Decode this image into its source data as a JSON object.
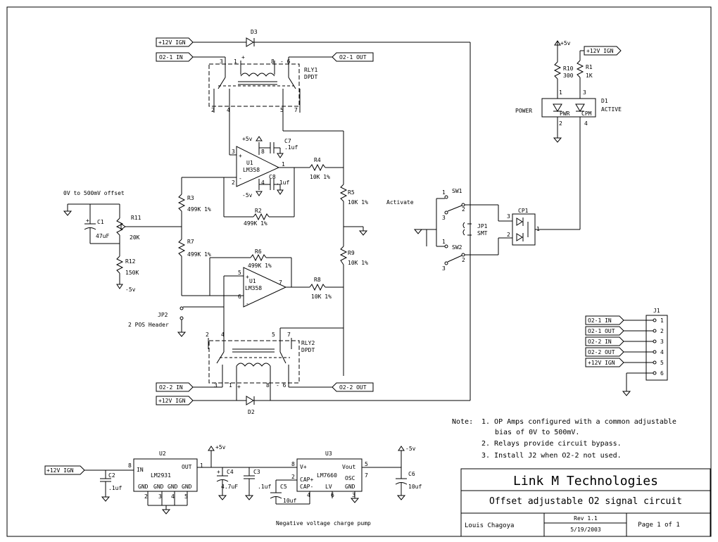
{
  "ports": {
    "ign_top": "+12V IGN",
    "o2_1_in": "O2-1 IN",
    "o2_1_out": "O2-1 OUT",
    "o2_2_in": "O2-2 IN",
    "o2_2_out": "O2-2 OUT",
    "ign_bottom": "+12V IGN",
    "ign_d1": "+12V IGN",
    "ign_u2": "+12V IGN"
  },
  "j1": {
    "ref": "J1",
    "pins": [
      {
        "label": "O2-1 IN",
        "num": "1"
      },
      {
        "label": "O2-1 OUT",
        "num": "2"
      },
      {
        "label": "O2-2 IN",
        "num": "3"
      },
      {
        "label": "O2-2 OUT",
        "num": "4"
      },
      {
        "label": "+12V IGN",
        "num": "5"
      },
      {
        "label": "",
        "num": "6"
      }
    ]
  },
  "parts": {
    "d3": "D3",
    "d2": "D2",
    "rly1": "RLY1",
    "rly1_type": "DPDT",
    "rly2": "RLY2",
    "rly2_type": "DPDT",
    "u1a_ref": "U1",
    "u1a_type": "LM358",
    "u1b_ref": "U1",
    "u1b_type": "LM358",
    "c7": "C7",
    "c7_val": ".1uf",
    "c8": "C8",
    "c8_val": ".1uf",
    "r4": "R4",
    "r4_val": "10K 1%",
    "r5": "R5",
    "r5_val": "10K 1%",
    "r9": "R9",
    "r9_val": "10K 1%",
    "r8": "R8",
    "r8_val": "10K 1%",
    "r3": "R3",
    "r3_val": "499K 1%",
    "r2": "R2",
    "r2_val": "499K 1%",
    "r7": "R7",
    "r7_val": "499K 1%",
    "r6": "R6",
    "r6_val": "499K 1%",
    "r11": "R11",
    "r11_val": "20K",
    "r12": "R12",
    "r12_val": "150K",
    "c1": "C1",
    "c1_val": "47uF",
    "offset_label": "0V to 500mV offset",
    "jp2": "JP2",
    "jp2_desc": "2 POS Header",
    "jp1": "JP1",
    "jp1_desc": "SMT",
    "sw1": "SW1",
    "sw2": "SW2",
    "activate": "Activate",
    "cp1": "CP1",
    "r10": "R10",
    "r10_val": "300",
    "r1": "R1",
    "r1_val": "1K",
    "d1": "D1",
    "power": "POWER",
    "active": "ACTIVE",
    "pwr_led": "PWR",
    "cpm_led": "CPM",
    "plus5": "+5v",
    "minus5": "-5v",
    "u2": "U2",
    "u2_type": "LM2931",
    "u2_in": "IN",
    "u2_out": "OUT",
    "u2_gnd": "GND",
    "c2": "C2",
    "c2_val": ".1uf",
    "c4": "C4",
    "c4_val": "4.7uF",
    "c3": "C3",
    "c3_val": ".1uf",
    "u3": "U3",
    "u3_type": "LM7660",
    "u3_vp": "V+",
    "u3_vout": "Vout",
    "u3_capp": "CAP+",
    "u3_osc": "OSC",
    "u3_capm": "CAP-",
    "u3_lv": "LV",
    "u3_gnd": "GND",
    "c5": "C5",
    "c5_val": "10uf",
    "c6": "C6",
    "c6_val": "10uf",
    "pump_label": "Negative voltage charge pump"
  },
  "notes": {
    "prefix": "Note:",
    "lines": [
      "1. OP Amps configured with a common adjustable",
      "bias of 0V to 500mV.",
      "2. Relays provide circuit bypass.",
      "3. Install J2 when O2-2 not used."
    ]
  },
  "title_block": {
    "company": "Link M Technologies",
    "title": "Offset adjustable O2 signal circuit",
    "author": "Louis Chagoya",
    "rev": "Rev 1.1",
    "date": "5/19/2003",
    "page": "Page 1 of 1"
  }
}
